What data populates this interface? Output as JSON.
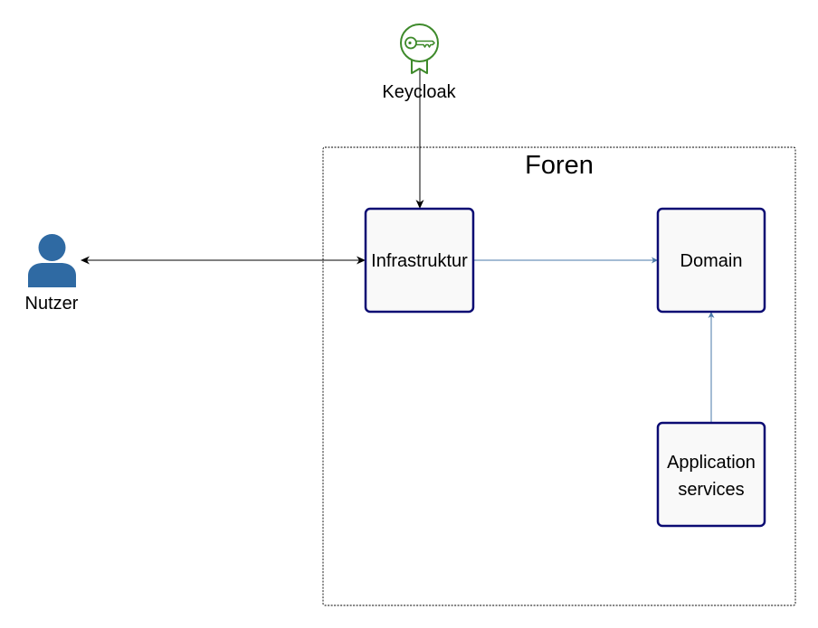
{
  "boundary": {
    "title": "Foren"
  },
  "actors": {
    "user": {
      "label": "Nutzer",
      "icon": "user-icon"
    },
    "identity_provider": {
      "label": "Keycloak",
      "icon": "key-badge-icon"
    }
  },
  "components": {
    "infrastructure": {
      "label": "Infrastruktur"
    },
    "domain": {
      "label": "Domain"
    },
    "application_services": {
      "line1": "Application",
      "line2": "services"
    }
  },
  "colors": {
    "box_border": "#0b0b73",
    "box_fill": "#f9f9f9",
    "user_icon": "#2f6aa3",
    "key_icon": "#3e8a2b",
    "internal_arrow": "#4a78a8",
    "external_arrow": "#000000"
  }
}
